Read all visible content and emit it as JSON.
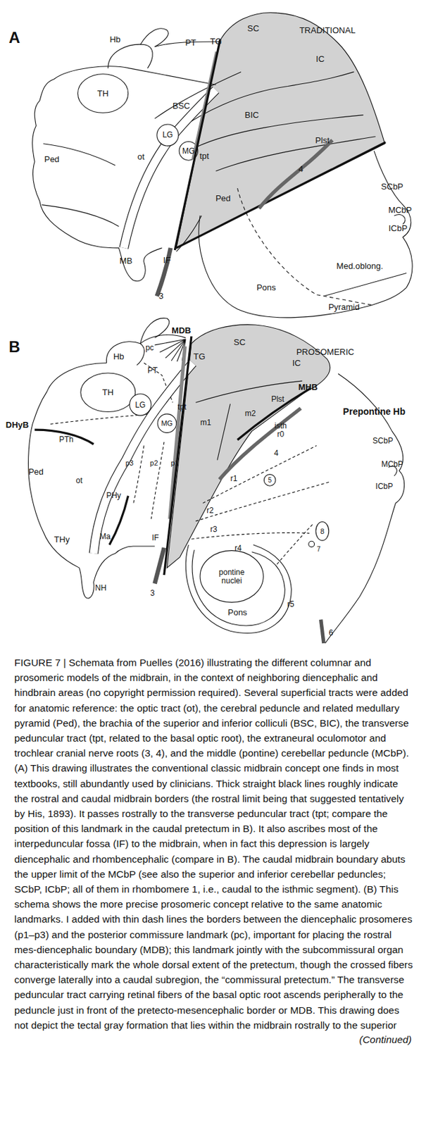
{
  "diagram": {
    "caption": "FIGURE 7 | Schemata from Puelles (2016) illustrating the different columnar and prosomeric models of the midbrain, in the context of neighboring diencephalic and hindbrain areas (no copyright permission required). Several superficial tracts were added for anatomic reference: the optic tract (ot), the cerebral peduncle and related medullary pyramid (Ped), the brachia of the superior and inferior colliculi (BSC, BIC), the transverse peduncular tract (tpt, related to the basal optic root), the extraneural oculomotor and trochlear cranial nerve roots (3, 4), and the middle (pontine) cerebellar peduncle (MCbP). (A) This drawing illustrates the conventional classic midbrain concept one finds in most textbooks, still abundantly used by clinicians. Thick straight black lines roughly indicate the rostral and caudal midbrain borders (the rostral limit being that suggested tentatively by His, 1893). It passes rostrally to the transverse peduncular tract (tpt; compare the position of this landmark in the caudal pretectum in B). It also ascribes most of the interpeduncular fossa (IF) to the midbrain, when in fact this depression is largely diencephalic and rhombencephalic (compare in B). The caudal midbrain boundary abuts the upper limit of the MCbP (see also the superior and inferior cerebellar peduncles; SCbP, ICbP; all of them in rhombomere 1, i.e., caudal to the isthmic segment). (B) This schema shows the more precise prosomeric concept relative to the same anatomic landmarks. I added with thin dash lines the borders between the diencephalic prosomeres (p1–p3) and the posterior commissure landmark (pc), important for placing the rostral mes-diencephalic boundary (MDB); this landmark jointly with the subcommissural organ characteristically mark the whole dorsal extent of the pretectum, though the crossed fibers converge laterally into a caudal subregion, the “commissural pretectum.” The transverse peduncular tract carrying retinal fibers of the basal optic root ascends peripherally to the peduncle just in front of the pretecto-mesencephalic border or MDB. This drawing does not depict the tectal gray formation that lies within the midbrain rostrally to the superior",
    "labels": [
      "A",
      "TRADITIONAL",
      "Hb",
      "PT",
      "TG",
      "SC",
      "IC",
      "TH",
      "BSC",
      "BIC",
      "LG",
      "MG",
      "ot",
      "tpt",
      "Plst",
      "4",
      "Ped",
      "Ped",
      "SCbP",
      "MCbP",
      "ICbP",
      "MB",
      "IF",
      "3",
      "Med.oblong.",
      "Pons",
      "Pyramid",
      "B",
      "PROSOMERIC",
      "MDB",
      "pc",
      "Hb",
      "PT",
      "TG",
      "SC",
      "IC",
      "TH",
      "LG",
      "MG",
      "tpt",
      "m1",
      "m2",
      "Plst",
      "MHB",
      "Prepontine Hb",
      "isth r0",
      "4",
      "DHyB",
      "PTh",
      "Ped",
      "ot",
      "PHy",
      "p3",
      "p2",
      "p1",
      "r1",
      "5",
      "SCbP",
      "MCbP",
      "ICbP",
      "r2",
      "r3",
      "8",
      "7",
      "THy",
      "Ma",
      "IF",
      "r4",
      "3",
      "pontine nuclei",
      "NH",
      "r5",
      "Pons",
      "6",
      "(Continued)"
    ]
  }
}
